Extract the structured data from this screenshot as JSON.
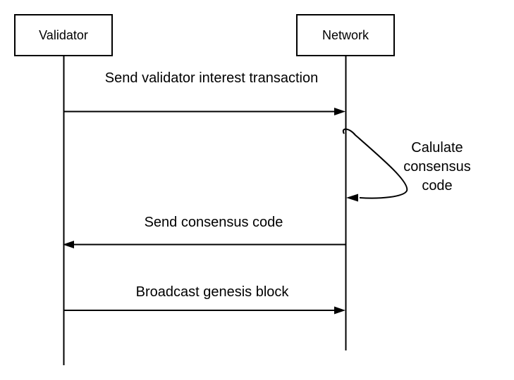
{
  "actors": [
    {
      "id": "validator",
      "label": "Validator"
    },
    {
      "id": "network",
      "label": "Network"
    }
  ],
  "messages": [
    {
      "label": "Send validator interest transaction",
      "from": "validator",
      "to": "network",
      "direction": "right"
    },
    {
      "label_lines": [
        "Calulate",
        "consensus",
        "code"
      ],
      "from": "network",
      "to": "network",
      "direction": "self"
    },
    {
      "label": "Send consensus code",
      "from": "network",
      "to": "validator",
      "direction": "left"
    },
    {
      "label": "Broadcast genesis block",
      "from": "validator",
      "to": "network",
      "direction": "right"
    }
  ],
  "colors": {
    "stroke": "#000000",
    "background": "#ffffff"
  }
}
